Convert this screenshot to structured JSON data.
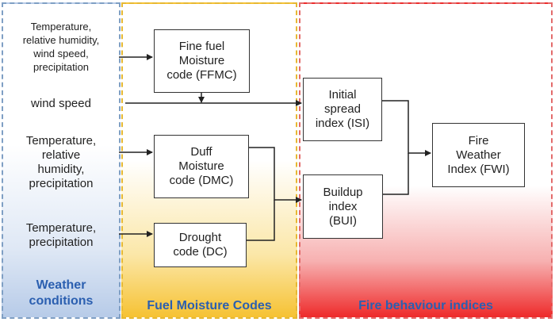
{
  "panels": {
    "weather_label": "Weather\nconditions",
    "fuel_label": "Fuel Moisture Codes",
    "fire_label": "Fire behaviour indices"
  },
  "inputs": {
    "ffmc_inputs": "Temperature,\nrelative humidity,\nwind speed,\nprecipitation",
    "isi_input": "wind speed",
    "dmc_inputs": "Temperature,\nrelative\nhumidity,\nprecipitation",
    "dc_inputs": "Temperature,\nprecipitation"
  },
  "boxes": {
    "ffmc": "Fine fuel\nMoisture\ncode (FFMC)",
    "dmc": "Duff\nMoisture\ncode (DMC)",
    "dc": "Drought\ncode (DC)",
    "isi": "Initial\nspread\nindex (ISI)",
    "bui": "Buildup\nindex\n(BUI)",
    "fwi": "Fire\nWeather\nIndex (FWI)"
  },
  "colors": {
    "weather_border": "#7f9fc4",
    "fuel_border": "#e6b832",
    "fire_border": "#e36b6b",
    "label_text": "#2b5fb0"
  }
}
